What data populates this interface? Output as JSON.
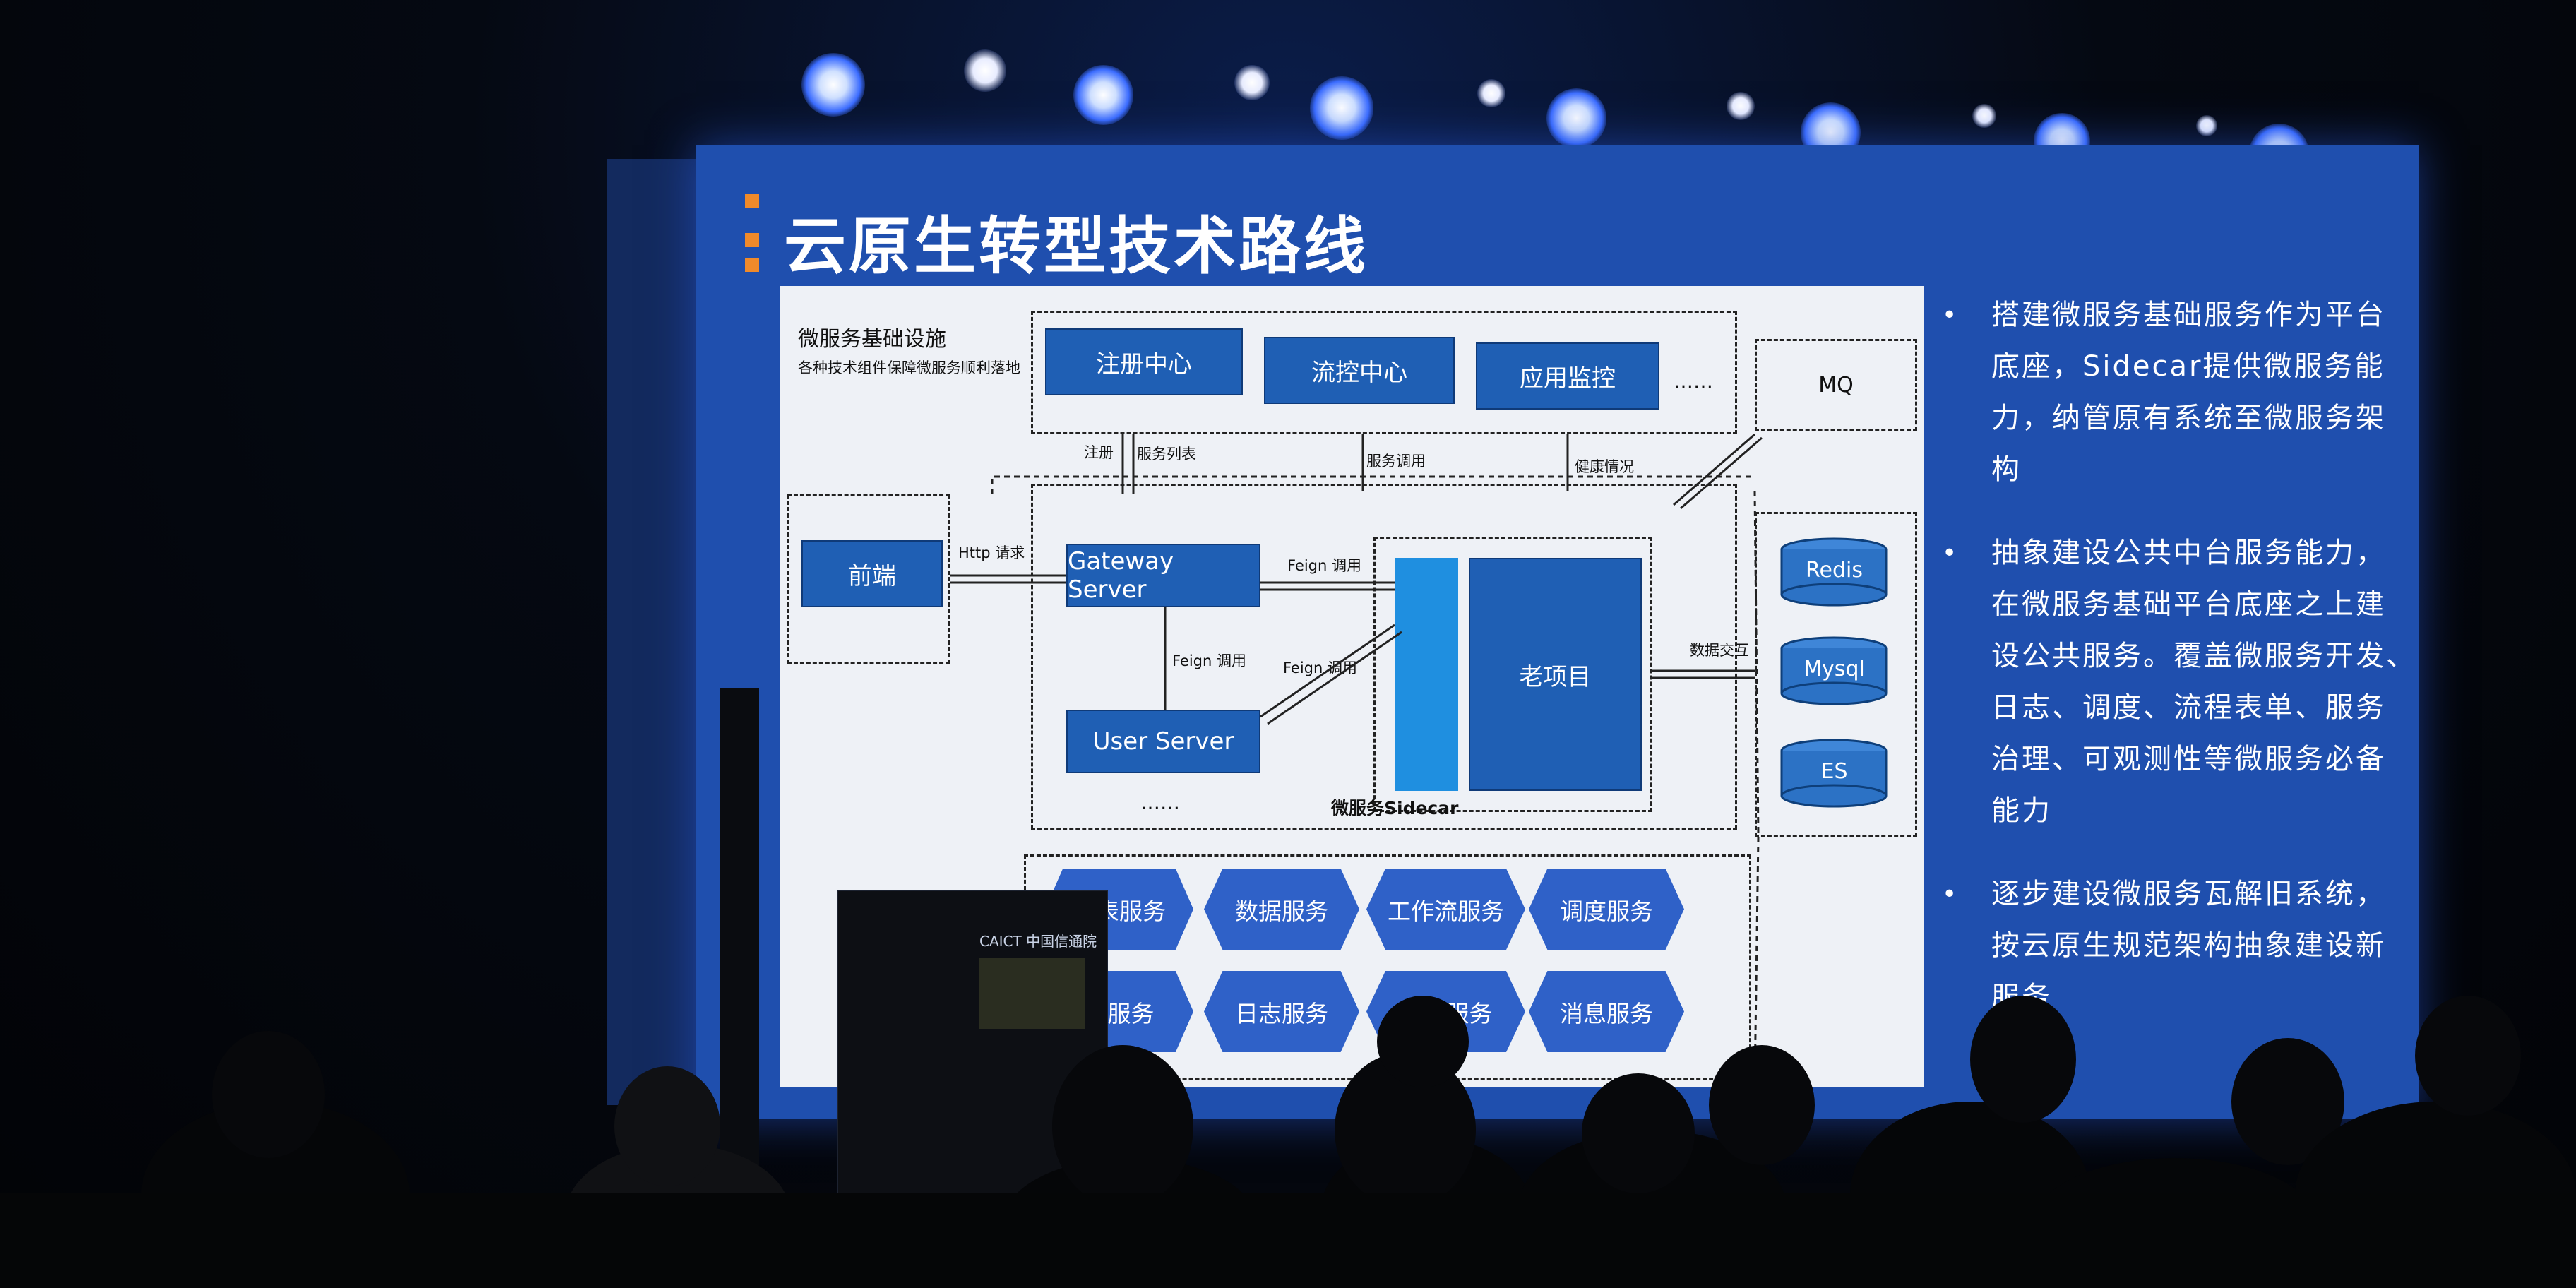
{
  "slide": {
    "title": "云原生转型技术路线",
    "diagram": {
      "infra_title": "微服务基础设施",
      "infra_sub": "各种技术组件保障微服务顺利落地",
      "top_boxes": [
        "注册中心",
        "流控中心",
        "应用监控"
      ],
      "ellipsis": "……",
      "mq": "MQ",
      "labels": {
        "register": "注册",
        "service_list": "服务列表",
        "service_call": "服务调用",
        "health": "健康情况",
        "http": "Http 请求",
        "feign1": "Feign 调用",
        "feign2": "Feign 调用",
        "feign3": "Feign 调用",
        "data_exchange": "数据交互"
      },
      "frontend": "前端",
      "gateway": "Gateway Server",
      "user_server": "User Server",
      "legacy": "老项目",
      "sidecar": "微服务Sidecar",
      "dots": "……",
      "dbs": [
        "Redis",
        "Mysql",
        "ES"
      ],
      "services_row1": [
        "报表服务",
        "数据服务",
        "工作流服务",
        "调度服务"
      ],
      "services_row2": [
        "警服务",
        "日志服务",
        "开发服务",
        "消息服务"
      ]
    },
    "bullets": [
      [
        "搭建微服务基础服务作为平台",
        "底座，Sidecar提供微服务能",
        "力，纳管原有系统至微服务架",
        "构"
      ],
      [
        "抽象建设公共中台服务能力，",
        "在微服务基础平台底座之上建",
        "设公共服务。覆盖微服务开发、",
        "日志、调度、流程表单、服务",
        "治理、可观测性等微服务必备",
        "能力"
      ],
      [
        "逐步建设微服务瓦解旧系统，",
        "按云原生规范架构抽象建设新",
        "服务"
      ]
    ],
    "podium_text": "CAICT 中国信通院"
  }
}
